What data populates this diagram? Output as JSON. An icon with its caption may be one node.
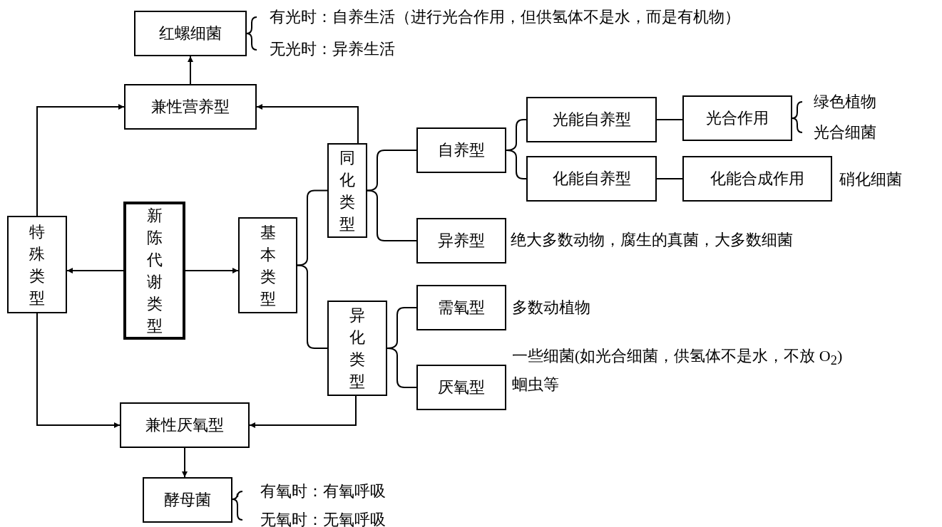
{
  "diagram": {
    "nodes": [
      {
        "text": [
          "红螺细菌"
        ],
        "beside": [
          "有光时：自养生活（进行光合作用，但供氢体不是水，而是有机物）",
          "无光时：异养生活"
        ]
      },
      {
        "text": [
          "兼性营养型"
        ]
      },
      {
        "text": [
          "同化类型"
        ]
      },
      {
        "text": [
          "自养型"
        ]
      },
      {
        "text": [
          "光能自养型"
        ]
      },
      {
        "text": [
          "光合作用"
        ],
        "beside": [
          "绿色植物",
          "光合细菌"
        ]
      },
      {
        "text": [
          "化能自养型"
        ]
      },
      {
        "text": [
          "化能合成作用"
        ],
        "beside": [
          "硝化细菌"
        ]
      },
      {
        "text": [
          "特殊类型"
        ]
      },
      {
        "text": [
          "新陈代谢类型"
        ]
      },
      {
        "text": [
          "基本类型"
        ]
      },
      {
        "text": [
          "异养型"
        ],
        "beside": [
          "绝大多数动物，腐生的真菌，大多数细菌"
        ]
      },
      {
        "text": [
          "异化类型"
        ]
      },
      {
        "text": [
          "需氧型"
        ],
        "beside": [
          "多数动植物"
        ]
      },
      {
        "text": [
          "厌氧型"
        ],
        "beside": [
          "一些细菌(如光合细菌，供氢体不是水，不放 O$_{2}$)",
          "蛔虫等"
        ]
      },
      {
        "text": [
          "兼性厌氧型"
        ]
      },
      {
        "text": [
          "酵母菌"
        ],
        "beside": [
          "有氧时：有氧呼吸",
          "无氧时：无氧呼吸"
        ]
      }
    ],
    "edges": [
      {
        "from": 1,
        "to": 0,
        "arrow": "to"
      },
      {
        "from": 8,
        "to": 1,
        "arrow": "to"
      },
      {
        "from": 2,
        "to": 1,
        "arrow": "to"
      },
      {
        "from": 9,
        "to": 8,
        "arrow": "to"
      },
      {
        "from": 9,
        "to": 10,
        "arrow": "to"
      },
      {
        "from": 8,
        "to": 15,
        "arrow": "to"
      },
      {
        "from": 12,
        "to": 15,
        "arrow": "to"
      },
      {
        "from": 15,
        "to": 16,
        "arrow": "to"
      },
      {
        "from": 4,
        "to": 5,
        "arrow": "none"
      },
      {
        "from": 6,
        "to": 7,
        "arrow": "none"
      },
      {
        "from": 10,
        "to": 2,
        "arrow": "none"
      },
      {
        "from": 10,
        "to": 12,
        "arrow": "none"
      },
      {
        "from": 2,
        "to": 3,
        "arrow": "none"
      },
      {
        "from": 2,
        "to": 11,
        "arrow": "none"
      },
      {
        "from": 3,
        "to": 4,
        "arrow": "none"
      },
      {
        "from": 3,
        "to": 6,
        "arrow": "none"
      },
      {
        "from": 12,
        "to": 13,
        "arrow": "none"
      },
      {
        "from": 12,
        "to": 14,
        "arrow": "none"
      }
    ]
  }
}
